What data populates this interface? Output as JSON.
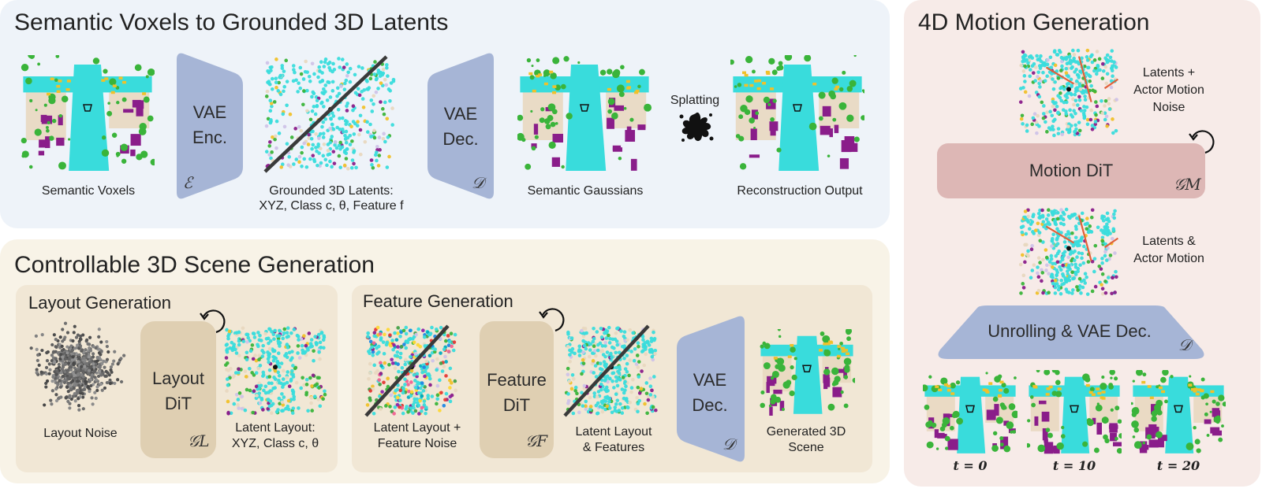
{
  "top_panel": {
    "title": "Semantic Voxels to Grounded 3D Latents",
    "vae_enc": {
      "line1": "VAE",
      "line2": "Enc.",
      "symbol": "ℰ"
    },
    "vae_dec": {
      "line1": "VAE",
      "line2": "Dec.",
      "symbol": "𝒟"
    },
    "splatting": "Splatting",
    "labels": {
      "semantic_voxels": "Semantic Voxels",
      "latents_line1": "Grounded 3D Latents:",
      "latents_line2": "XYZ, Class c, θ, Feature f",
      "semantic_gaussians": "Semantic Gaussians",
      "reconstruction": "Reconstruction Output"
    }
  },
  "bottom_panel": {
    "title": "Controllable 3D Scene Generation",
    "layout": {
      "title": "Layout Generation",
      "noise_label": "Layout Noise",
      "dit_line1": "Layout",
      "dit_line2": "DiT",
      "dit_symbol": "𝒢L",
      "out_line1": "Latent Layout:",
      "out_line2": "XYZ, Class c, θ"
    },
    "feature": {
      "title": "Feature Generation",
      "in_line1": "Latent Layout +",
      "in_line2": "Feature Noise",
      "dit_line1": "Feature",
      "dit_line2": "DiT",
      "dit_symbol": "𝒢F",
      "mid_line1": "Latent Layout",
      "mid_line2": "& Features",
      "vae_line1": "VAE",
      "vae_line2": "Dec.",
      "vae_symbol": "𝒟",
      "out_line1": "Generated 3D",
      "out_line2": "Scene"
    }
  },
  "right_panel": {
    "title": "4D Motion Generation",
    "top_label": [
      "Latents +",
      "Actor Motion",
      "Noise"
    ],
    "motion_dit": "Motion DiT",
    "motion_symbol": "𝒢M",
    "mid_label": [
      "Latents &",
      "Actor Motion"
    ],
    "unroll": "Unrolling & VAE Dec.",
    "unroll_symbol": "𝒟",
    "timesteps": [
      "t = 0",
      "t = 10",
      "t = 20"
    ]
  },
  "colors": {
    "vae": "#a6b5d6",
    "dit_tan": "#dfcfb2",
    "motion_dit": "#ddb7b5",
    "road": "#39dcdc",
    "vegetation": "#3ab43a",
    "building": "#8a1d8a",
    "car": "#f0c12a",
    "sidewalk": "#e8d8c0"
  }
}
